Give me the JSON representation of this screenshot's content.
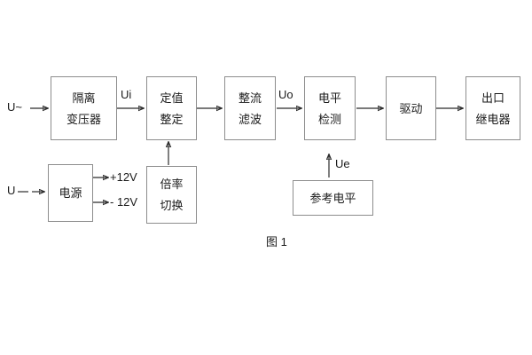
{
  "figure": {
    "caption": "图 1",
    "background": "#ffffff",
    "border_color": "#8d8d8d",
    "line_color": "#2b2b2b"
  },
  "blocks": [
    {
      "id": "isolation-transformer",
      "line1": "隔离",
      "line2": "变压器"
    },
    {
      "id": "setting-value",
      "line1": "定值",
      "line2": "整定"
    },
    {
      "id": "rectify-filter",
      "line1": "整流",
      "line2": "滤波"
    },
    {
      "id": "level-detection",
      "line1": "电平",
      "line2": "检测"
    },
    {
      "id": "drive",
      "line1": "驱动",
      "line2": ""
    },
    {
      "id": "output-relay",
      "line1": "出口",
      "line2": "继电器"
    },
    {
      "id": "power-supply",
      "line1": "电源",
      "line2": ""
    },
    {
      "id": "ratio-switch",
      "line1": "倍率",
      "line2": "切换"
    },
    {
      "id": "reference-level",
      "line1": "参考电平",
      "line2": ""
    }
  ],
  "labels": {
    "input_ac": "U~",
    "input_dc": "U",
    "ui": "Ui",
    "uo": "Uo",
    "ue": "Ue",
    "plus_12v": "+12V",
    "minus_12v": "- 12V"
  }
}
